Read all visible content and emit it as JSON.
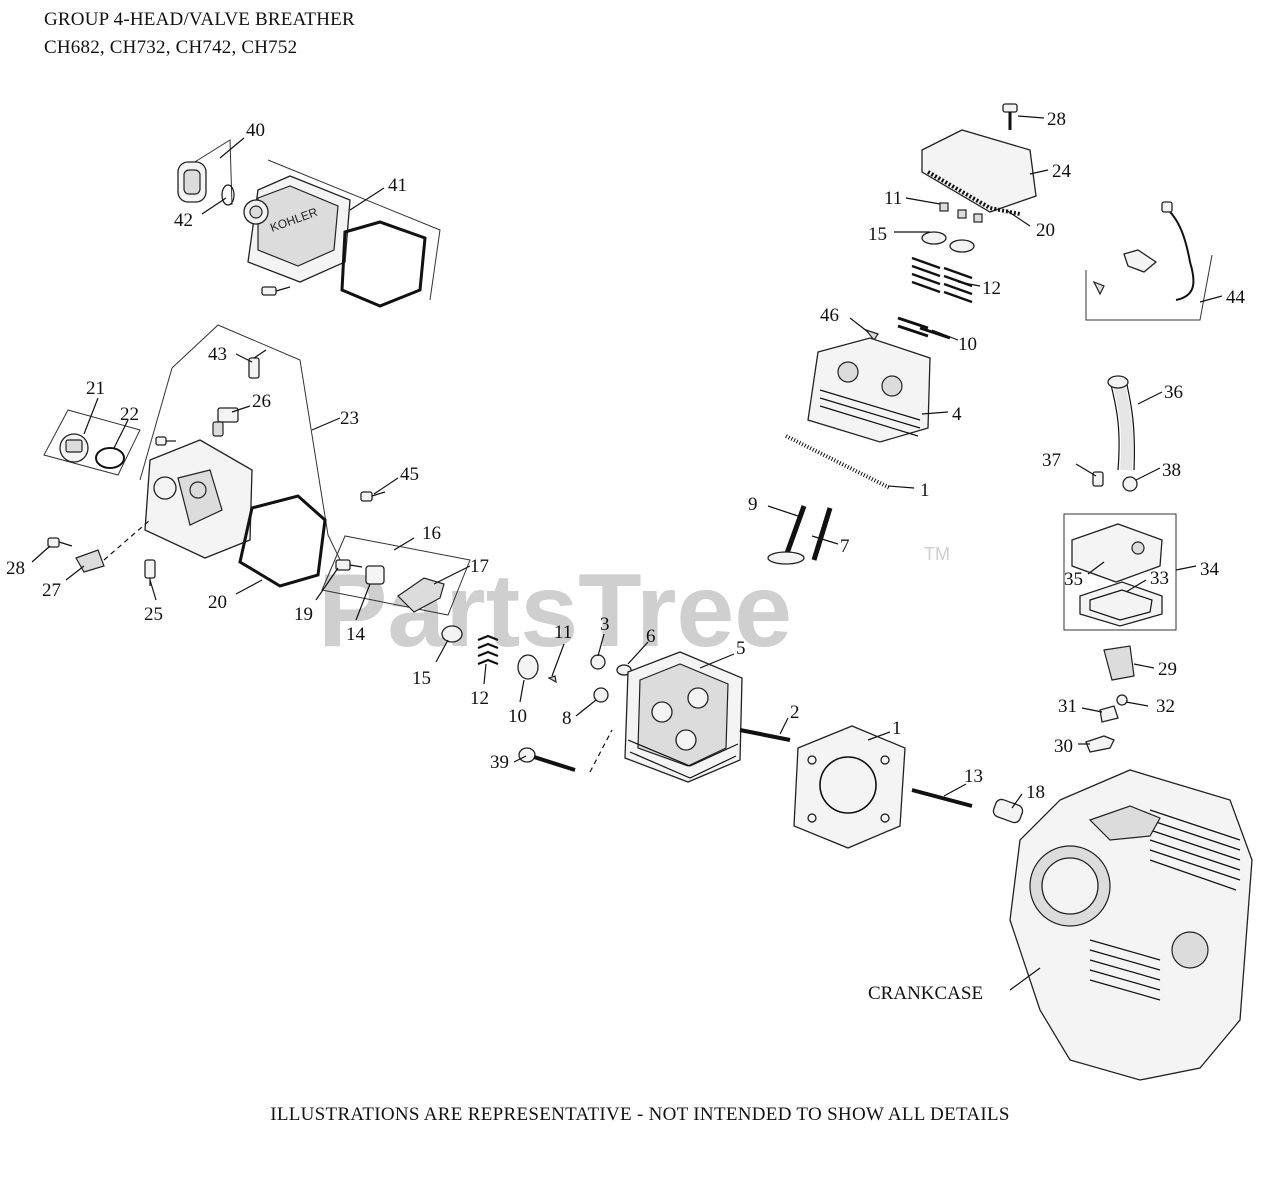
{
  "header": {
    "group_title": "GROUP 4-HEAD/VALVE BREATHER",
    "models": "CH682, CH732, CH742, CH752"
  },
  "footer": {
    "disclaimer": "ILLUSTRATIONS ARE REPRESENTATIVE - NOT INTENDED TO SHOW ALL DETAILS"
  },
  "watermark": {
    "brand": "PartsTree",
    "trademark": "TM"
  },
  "labels": {
    "crankcase": "CRANKCASE"
  },
  "callouts": [
    "40",
    "42",
    "41",
    "28",
    "24",
    "11",
    "20",
    "15",
    "12",
    "44",
    "46",
    "10",
    "4",
    "1",
    "43",
    "21",
    "22",
    "26",
    "23",
    "36",
    "37",
    "38",
    "45",
    "9",
    "7",
    "16",
    "17",
    "34",
    "35",
    "33",
    "28",
    "27",
    "25",
    "20",
    "19",
    "14",
    "29",
    "11",
    "3",
    "6",
    "5",
    "15",
    "12",
    "10",
    "8",
    "2",
    "1",
    "31",
    "32",
    "30",
    "13",
    "18",
    "39"
  ]
}
